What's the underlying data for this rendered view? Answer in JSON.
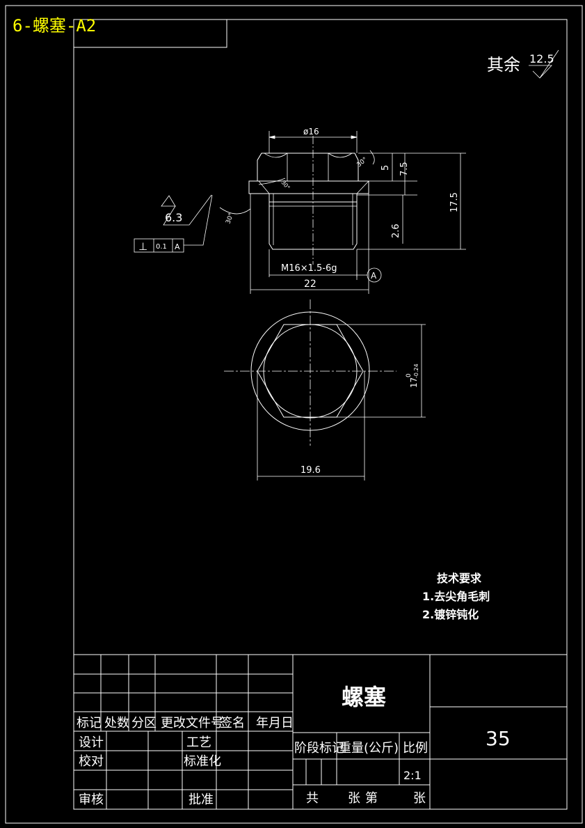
{
  "sheet_title": "6-螺塞-A2",
  "roughness_note": {
    "label": "其余",
    "value": "12.5"
  },
  "dimensions": {
    "top_width": "ø16",
    "hex_height": "5",
    "collar_height": "7.5",
    "total_height": "17.5",
    "thread_relief": "2.6",
    "thread": "M16×1.5-6g",
    "flange_width": "22",
    "chamfer_angle_top": "30°",
    "chamfer_angle_side": "30°",
    "chamfer_small": "30°",
    "hex_across_flats": "17",
    "hex_tolerance_upper": "0",
    "hex_tolerance_lower": "-0.24",
    "hex_across_corners": "19.6"
  },
  "surface_finish": "6.3",
  "geometric_tolerance": {
    "symbol": "⊥",
    "value": "0.1",
    "datum": "A"
  },
  "datum_label": "A",
  "tech_requirements": {
    "heading": "技术要求",
    "items": [
      "1.去尖角毛刺",
      "2.镀锌钝化"
    ]
  },
  "title_block": {
    "part_name": "螺塞",
    "material": "35",
    "headers": [
      "标记",
      "处数",
      "分区",
      "更改文件号",
      "签名",
      "年月日"
    ],
    "roles": {
      "design": "设计",
      "process": "工艺",
      "check": "校对",
      "standard": "标准化",
      "review": "审核",
      "approve": "批准"
    },
    "stage_mark": "阶段标记",
    "weight": "重量(公斤)",
    "scale_label": "比例",
    "scale": "2:1",
    "sheets_total": "共",
    "sheets_unit": "张",
    "sheet_no": "第",
    "sheet_unit2": "张"
  }
}
